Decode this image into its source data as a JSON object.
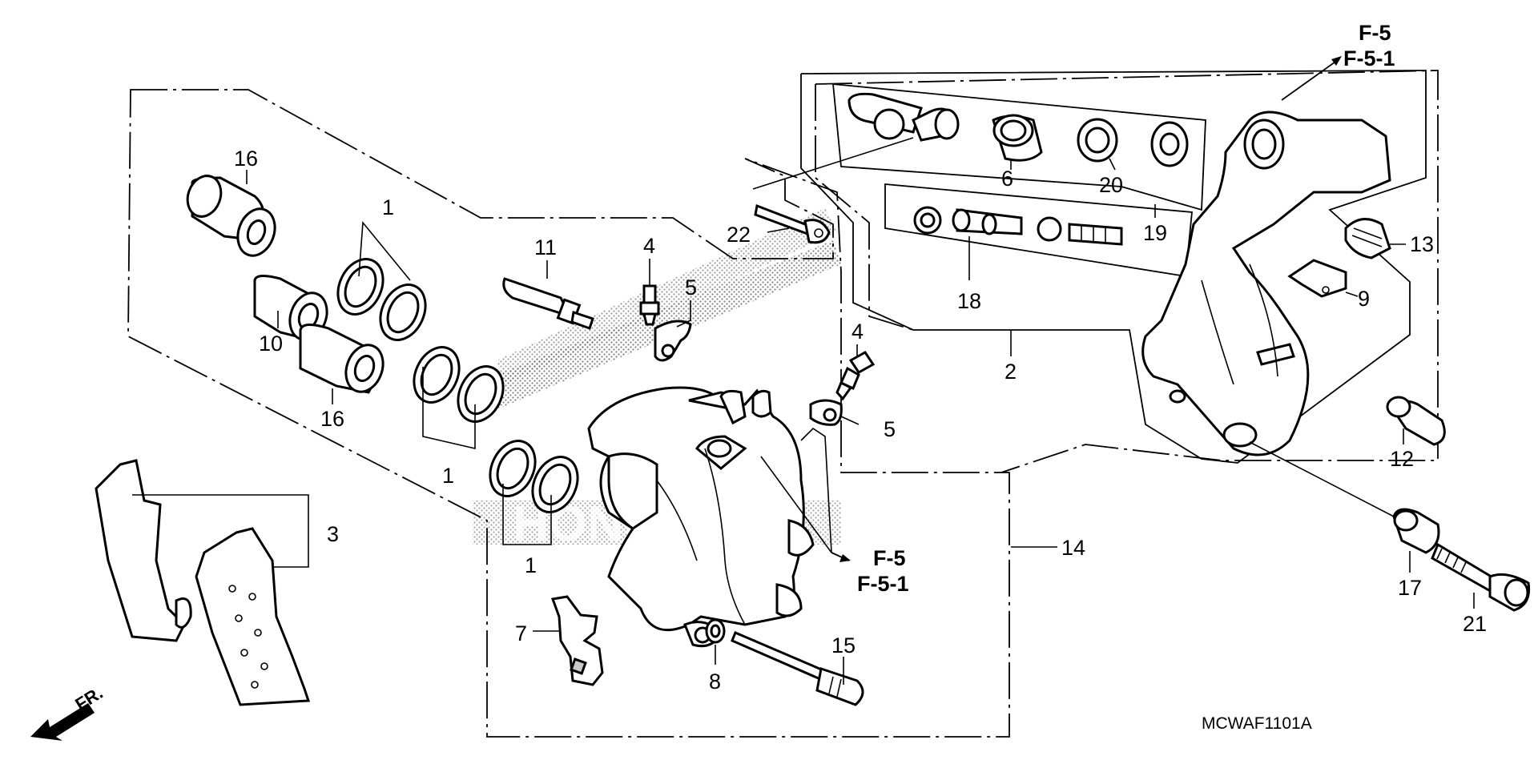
{
  "callouts": {
    "n16a": "16",
    "n1a": "1",
    "n10": "10",
    "n16b": "16",
    "n1b": "1",
    "n3": "3",
    "n1c": "1",
    "n11": "11",
    "n4a": "4",
    "n5a": "5",
    "n22": "22",
    "n4b": "4",
    "n5b": "5",
    "n7": "7",
    "n8": "8",
    "n15": "15",
    "n14": "14",
    "n6": "6",
    "n20": "20",
    "n19": "19",
    "n18": "18",
    "n2": "2",
    "n13": "13",
    "n9": "9",
    "n12": "12",
    "n17": "17",
    "n21": "21"
  },
  "references": {
    "top_line1": "F-5",
    "top_line2": "F-5-1",
    "mid_line1": "F-5",
    "mid_line2": "F-5-1"
  },
  "direction": "FR.",
  "diagram_code": "MCWAF1101A",
  "watermark": "HONDA",
  "icons": [
    "front-direction-arrow-icon"
  ]
}
